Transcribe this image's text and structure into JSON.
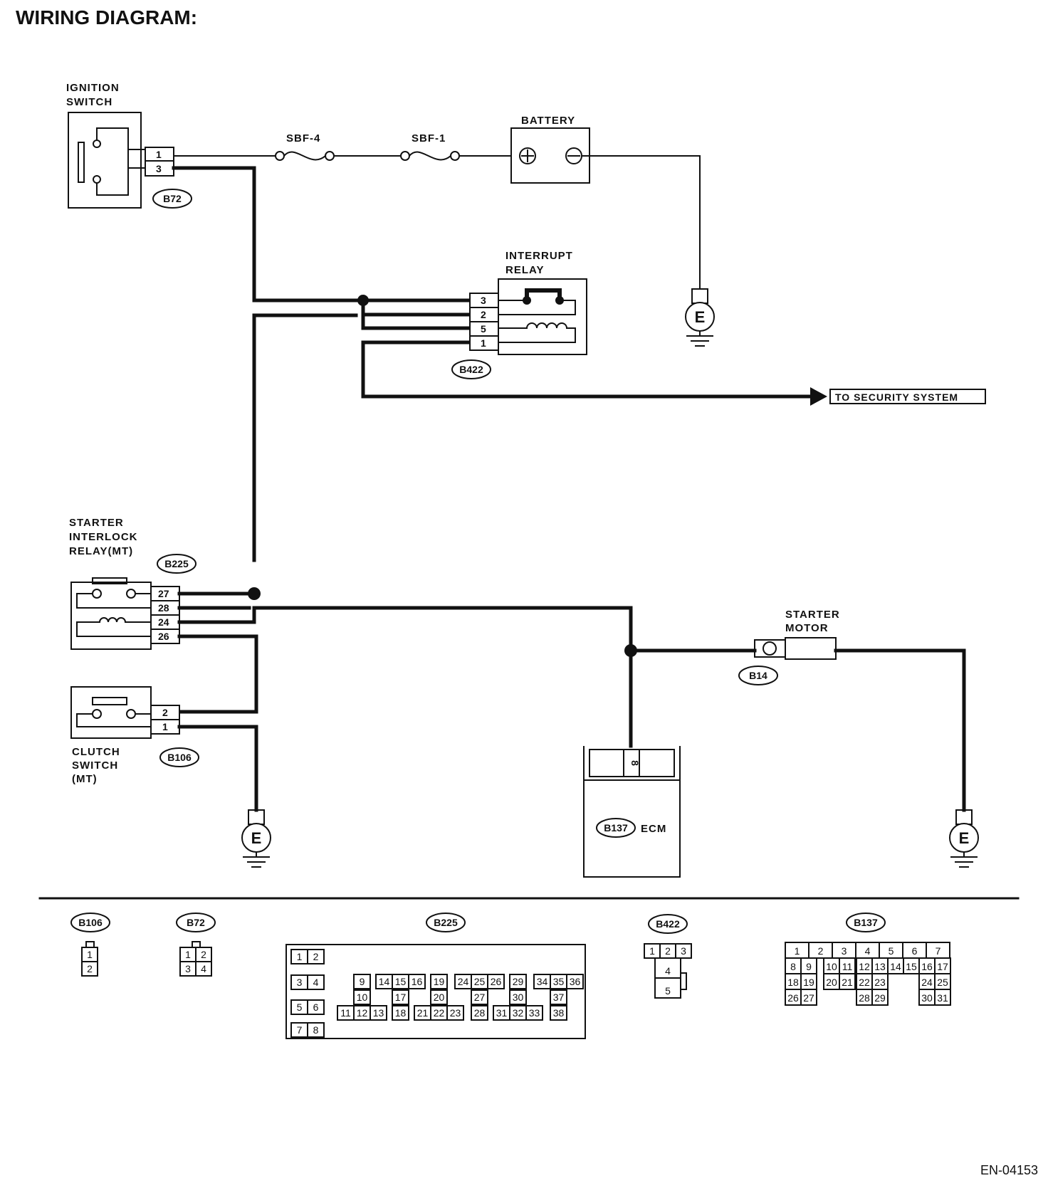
{
  "title": "WIRING DIAGRAM:",
  "figure_id": "EN-04153",
  "components": {
    "ignition_switch": {
      "label_lines": [
        "IGNITION",
        "SWITCH"
      ],
      "connector": "B72",
      "pins": [
        "1",
        "3"
      ]
    },
    "fuse_sbf4": {
      "label": "SBF-4"
    },
    "fuse_sbf1": {
      "label": "SBF-1"
    },
    "battery": {
      "label": "BATTERY",
      "plus": "⊕",
      "minus": "⊖"
    },
    "interrupt_relay": {
      "label_lines": [
        "INTERRUPT",
        "RELAY"
      ],
      "connector": "B422",
      "pins": [
        "3",
        "2",
        "5",
        "1"
      ]
    },
    "security": {
      "label": "TO SECURITY SYSTEM"
    },
    "starter_interlock_relay": {
      "label_lines": [
        "STARTER",
        "INTERLOCK",
        "RELAY(MT)"
      ],
      "connector": "B225",
      "pins": [
        "27",
        "28",
        "24",
        "26"
      ]
    },
    "clutch_switch": {
      "label_lines": [
        "CLUTCH",
        "SWITCH",
        "(MT)"
      ],
      "connector": "B106",
      "pins": [
        "2",
        "1"
      ]
    },
    "starter_motor": {
      "label_lines": [
        "STARTER",
        "MOTOR"
      ],
      "connector": "B14"
    },
    "ecm": {
      "label": "ECM",
      "connector": "B137",
      "pin": "8"
    },
    "ground": {
      "label": "E"
    }
  },
  "connector_views": [
    {
      "name": "B106",
      "pins": [
        "1",
        "2"
      ]
    },
    {
      "name": "B72",
      "pins": [
        "1",
        "2",
        "3",
        "4"
      ]
    },
    {
      "name": "B225",
      "pins": [
        "1",
        "2",
        "3",
        "4",
        "5",
        "6",
        "7",
        "8",
        "9",
        "10",
        "11",
        "12",
        "13",
        "14",
        "15",
        "16",
        "17",
        "18",
        "19",
        "20",
        "21",
        "22",
        "23",
        "24",
        "25",
        "26",
        "27",
        "28",
        "29",
        "30",
        "31",
        "32",
        "33",
        "34",
        "35",
        "36",
        "37",
        "38"
      ]
    },
    {
      "name": "B422",
      "pins": [
        "1",
        "2",
        "3",
        "4",
        "5"
      ]
    },
    {
      "name": "B137",
      "pins": [
        "1",
        "2",
        "3",
        "4",
        "5",
        "6",
        "7",
        "8",
        "9",
        "10",
        "11",
        "12",
        "13",
        "14",
        "15",
        "16",
        "17",
        "18",
        "19",
        "20",
        "21",
        "22",
        "23",
        "24",
        "25",
        "26",
        "27",
        "28",
        "29",
        "30",
        "31"
      ]
    }
  ]
}
